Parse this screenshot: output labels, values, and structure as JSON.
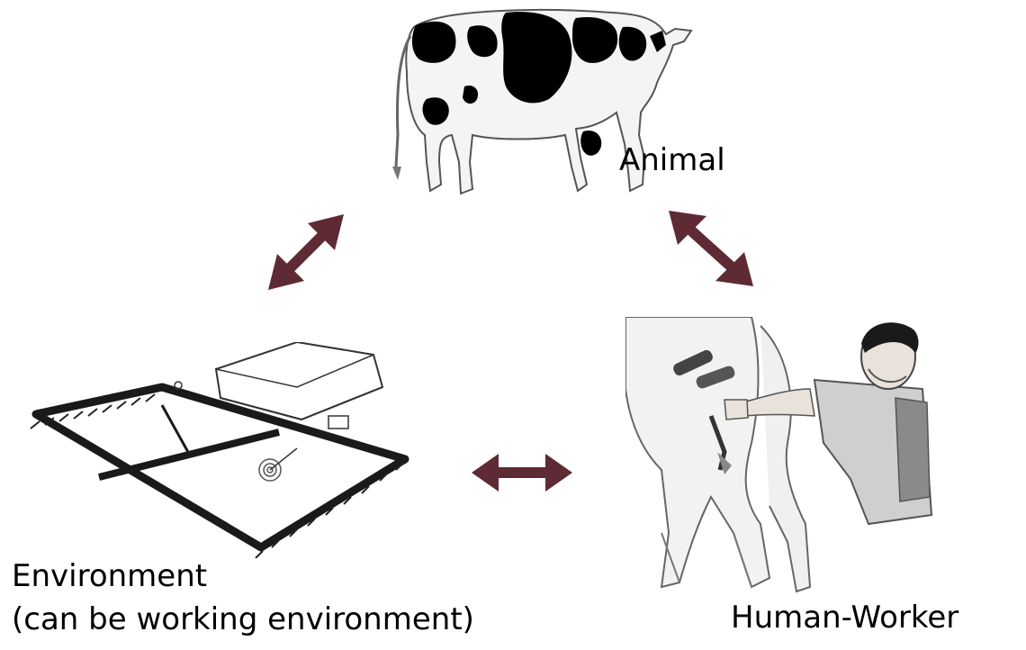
{
  "labels": {
    "animal": "Animal",
    "environment_line1": "Environment",
    "environment_line2": "(can be working environment)",
    "human_worker": "Human-Worker"
  },
  "colors": {
    "arrow": "#5e2a33",
    "ink": "#000000",
    "skin": "#e9e2da",
    "vest": "#8a8a8a"
  },
  "icons": {
    "animal": "cow-illustration",
    "environment": "barn-paddock-illustration",
    "worker": "milking-worker-illustration"
  }
}
